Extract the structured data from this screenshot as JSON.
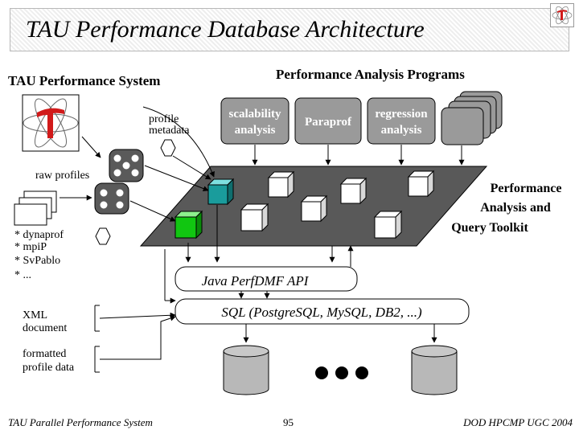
{
  "slide": {
    "title": "TAU Performance Database Architecture",
    "footer_left": "TAU Parallel Performance System",
    "page_number": "95",
    "footer_right": "DOD HPCMP UGC 2004"
  },
  "diagram": {
    "system_heading": "TAU Performance System",
    "programs_heading": "Performance Analysis Programs",
    "programs": [
      {
        "line1": "scalability",
        "line2": "analysis"
      },
      {
        "line1": "Paraprof",
        "line2": ""
      },
      {
        "line1": "regression",
        "line2": "analysis"
      }
    ],
    "profile_metadata": [
      "profile",
      "metadata"
    ],
    "raw_profiles": "raw profiles",
    "sources": [
      "* dynaprof",
      "* mpiP",
      "* SvPablo",
      "* ..."
    ],
    "toolkit_label": [
      "Performance",
      "Analysis and",
      "Query Toolkit"
    ],
    "api_label": "Java PerfDMF API",
    "sql_label": "SQL (PostgreSQL, MySQL, DB2, ...)",
    "xml_label": [
      "XML",
      "document"
    ],
    "formatted_label": [
      "formatted",
      "profile data"
    ]
  },
  "colors": {
    "program_box": "#9a9a9a",
    "platform": "#595959",
    "teal_cube": "#1a9c9c",
    "green_cube": "#11c611",
    "database": "#b8b8b8",
    "tau_red": "#d11a1a"
  }
}
